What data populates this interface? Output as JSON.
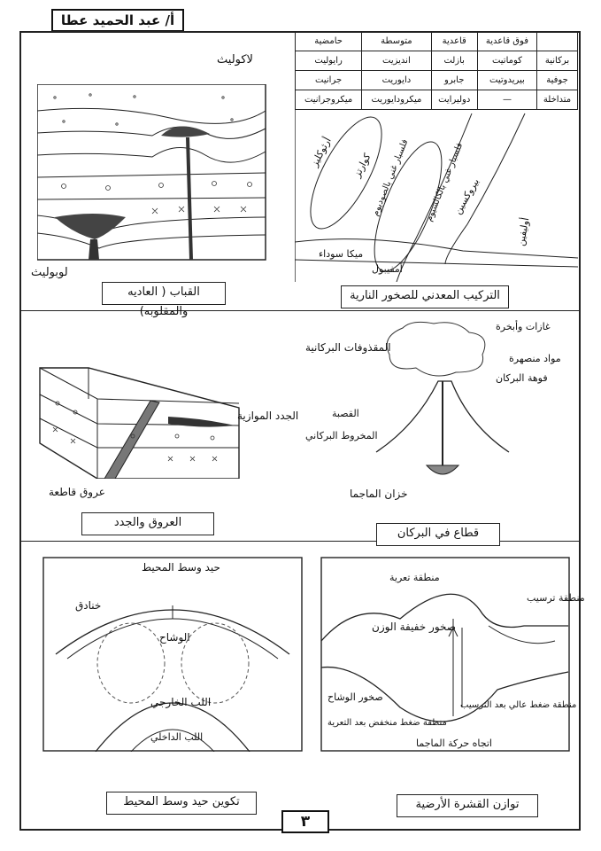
{
  "author": "أ/ عبد الحميد عطا",
  "page_number": "٣",
  "panels": {
    "laccolith": {
      "caption": "القباب ( العاديه والمقلوبه)",
      "labels": {
        "laccolith": "لاكوليث",
        "lopolith": "لوبوليث"
      }
    },
    "mineral_composition": {
      "caption": "التركيب المعدني للصخور النارية",
      "table": {
        "header": [
          "فوق قاعدية",
          "قاعدية",
          "متوسطة",
          "حامضية"
        ],
        "rows": [
          {
            "type": "بركانية",
            "cells": [
              "كوماتيت",
              "بازلت",
              "انديزيت",
              "رايوليت"
            ]
          },
          {
            "type": "جوفية",
            "cells": [
              "بيريدوتيت",
              "جابرو",
              "دايوريت",
              "جرانيت"
            ]
          },
          {
            "type": "متداخلة",
            "cells": [
              "—",
              "دوليرايت",
              "ميكرودايوريت",
              "ميكروجرانيت"
            ]
          }
        ]
      },
      "minerals": {
        "orthoclase_quartz": "كوارتز",
        "orthoclase": "أرثوكليز",
        "feldspar_sodium": "فلسبار غني بالصوديوم",
        "feldspar_calcium": "فلسبار غني بالكالسيوم",
        "pyroxene": "بيروكسين",
        "olivine": "أوليفين",
        "biotite": "ميكا سوداء",
        "amphibole": "أمفيبول"
      }
    },
    "dikes": {
      "caption": "العروق والجدد",
      "labels": {
        "sill": "الجدد الموازية",
        "dike": "عروق قاطعة"
      }
    },
    "volcano": {
      "caption": "قطاع في البركان",
      "labels": {
        "gases": "غازات وأبخرة",
        "ejecta": "المقذوفات البركانية",
        "molten": "مواد منصهرة",
        "crater": "فوهة البركان",
        "pipe": "القصبة",
        "cone": "المخروط البركاني",
        "chamber": "خزان الماجما"
      }
    },
    "ridge": {
      "caption": "تكوين حيد وسط المحيط",
      "labels": {
        "ridge": "حيد وسط المحيط",
        "trench": "خنادق",
        "mantle": "الوشاح",
        "outer_core": "اللب الخارجي",
        "inner_core": "اللب الداخلي"
      }
    },
    "isostasy": {
      "caption": "توازن القشرة الأرضية",
      "labels": {
        "erosion": "منطقة تعرية",
        "sedimentation": "منطقة ترسيب",
        "weak_rocks": "صخور خفيفة الوزن",
        "light_rocks": "صخور خفيفة الوزن",
        "mantle_rocks": "صخور الوشاح",
        "low_pressure": "منطقة ضغط منخفض بعد التعرية",
        "high_pressure": "منطقة ضغط عالي بعد الترسيب",
        "magma_dir": "اتجاه حركة الماجما"
      }
    }
  }
}
